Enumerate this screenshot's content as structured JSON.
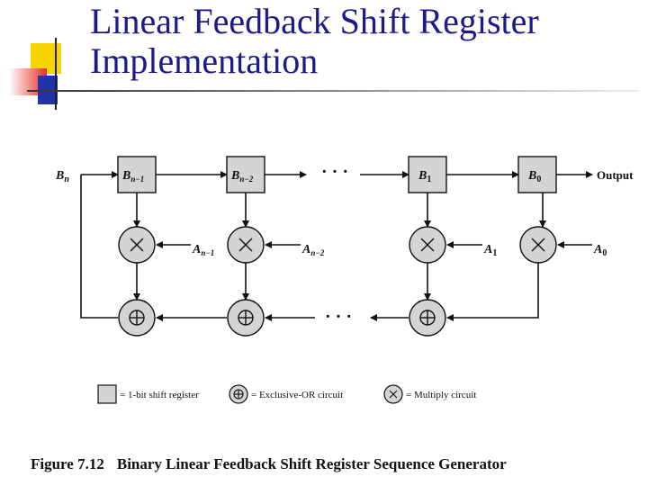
{
  "slide": {
    "title_line1": "Linear Feedback Shift Register",
    "title_line2": "Implementation",
    "accent_colors": {
      "title": "#1a1a8c",
      "yellow": "#f5d400",
      "red": "#e8302a",
      "blue": "#2233aa",
      "node_fill": "#d4d4d4"
    }
  },
  "diagram": {
    "input_label": {
      "base": "B",
      "sub": "n"
    },
    "registers": [
      {
        "base": "B",
        "sub": "n−1"
      },
      {
        "base": "B",
        "sub": "n−2"
      },
      {
        "base": "B",
        "sub": "1"
      },
      {
        "base": "B",
        "sub": "0"
      }
    ],
    "coefficients": [
      {
        "base": "A",
        "sub": "n−1"
      },
      {
        "base": "A",
        "sub": "n−2"
      },
      {
        "base": "A",
        "sub": "1"
      },
      {
        "base": "A",
        "sub": "0"
      }
    ],
    "output_label": "Output",
    "ellipsis": "· · ·"
  },
  "legend": {
    "register": "= 1-bit shift register",
    "xor": "= Exclusive-OR circuit",
    "multiply": "= Multiply circuit"
  },
  "caption": {
    "number": "Figure 7.12",
    "text": "Binary Linear Feedback Shift Register Sequence Generator"
  }
}
